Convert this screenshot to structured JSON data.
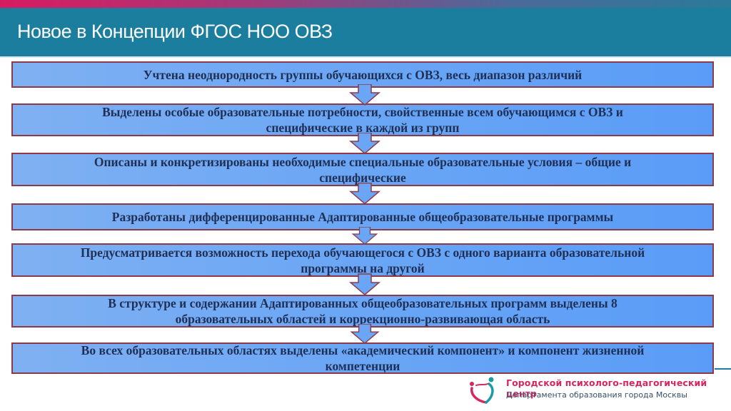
{
  "slide": {
    "title": "Новое в Концепции ФГОС НОО ОВЗ",
    "colors": {
      "header": "#1b7e9e",
      "box_fill": "#6aa6f5",
      "box_border": "#8b3a4a",
      "box_text": "#1f2f55",
      "logo_red": "#d6265e"
    },
    "steps": [
      {
        "lines": [
          "Учтена неоднородность группы обучающихся с ОВЗ, весь диапазон различий"
        ]
      },
      {
        "lines": [
          "Выделены особые образовательные потребности, свойственные всем обучающимся с ОВЗ и",
          "специфические в каждой из групп"
        ]
      },
      {
        "lines": [
          "Описаны и конкретизированы необходимые специальные образовательные условия – общие и",
          "специфические"
        ]
      },
      {
        "lines": [
          "Разработаны дифференцированные Адаптированные общеобразовательные программы"
        ]
      },
      {
        "lines": [
          "Предусматривается возможность перехода обучающегося с ОВЗ с одного варианта образовательной",
          "программы на другой"
        ]
      },
      {
        "lines": [
          "В структуре и содержании Адаптированных общеобразовательных программ выделены 8",
          "образовательных областей и коррекционно-развивающая область"
        ]
      },
      {
        "lines": [
          "Во всех образовательных областях выделены «академический компонент» и компонент жизненной",
          "компетенции"
        ]
      }
    ],
    "footer": {
      "org_name": "Городской психолого-педагогический центр",
      "org_sub": "Департамента образования города Москвы",
      "logo_icon": "heart-figures-logo"
    }
  }
}
